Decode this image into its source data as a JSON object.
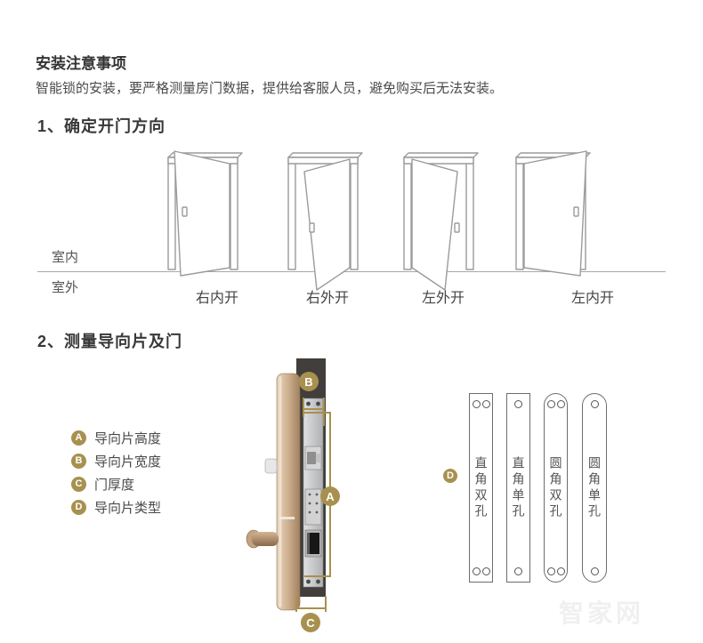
{
  "page": {
    "title": "安装注意事项",
    "description": "智能锁的安装，要严格测量房门数据，提供给客服人员，避免购买后无法安装。",
    "watermark": "智家网"
  },
  "colors": {
    "accent_gold": "#a8914f",
    "dark_bar": "#413e3b",
    "line_art": "#9b9b9b",
    "lock_body_bronze": "#c3a384",
    "faceplate_silver": "#c9cacb"
  },
  "section1": {
    "heading": "1、确定开门方向",
    "indoor_label": "室内",
    "outdoor_label": "室外",
    "doors": [
      {
        "label": "右内开"
      },
      {
        "label": "右外开"
      },
      {
        "label": "左外开"
      },
      {
        "label": "左内开"
      }
    ]
  },
  "section2": {
    "heading": "2、测量导向片及门",
    "legend": [
      {
        "key": "A",
        "label": "导向片高度"
      },
      {
        "key": "B",
        "label": "导向片宽度"
      },
      {
        "key": "C",
        "label": "门厚度"
      },
      {
        "key": "D",
        "label": "导向片类型"
      }
    ],
    "diagram_badges": {
      "a": "A",
      "b": "B",
      "c": "C",
      "d": "D"
    },
    "plates": [
      {
        "label": "直角双孔",
        "corners": "square",
        "holes": "double"
      },
      {
        "label": "直角单孔",
        "corners": "square",
        "holes": "single"
      },
      {
        "label": "圆角双孔",
        "corners": "round",
        "holes": "double"
      },
      {
        "label": "圆角单孔",
        "corners": "round",
        "holes": "single"
      }
    ]
  }
}
